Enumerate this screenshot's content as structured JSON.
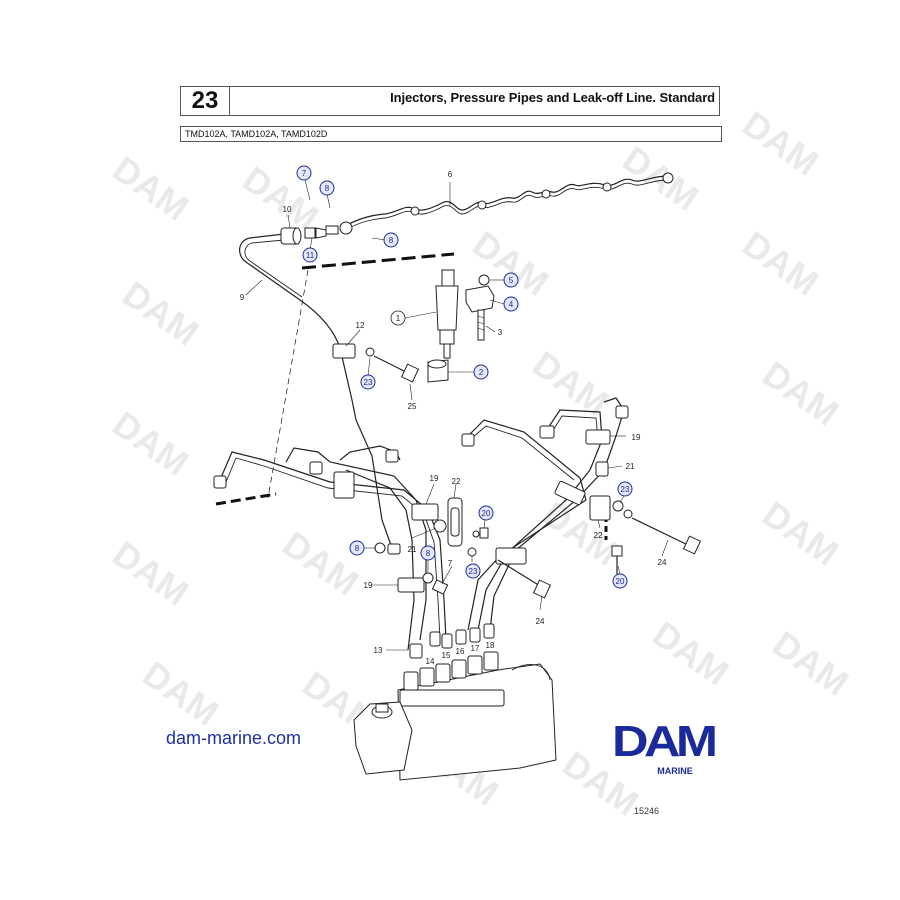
{
  "header": {
    "page_number": "23",
    "title": "Injectors, Pressure Pipes and Leak-off Line. Standard",
    "models": "TMD102A, TAMD102A, TAMD102D"
  },
  "watermark": "DAM",
  "website": "dam-marine.com",
  "logo": {
    "main": "DAM",
    "sub": "MARINE"
  },
  "figure_number": "15246",
  "callouts": {
    "c1": "1",
    "c2": "2",
    "c3": "3",
    "c4": "4",
    "c5": "5",
    "c6": "6",
    "c7": "7",
    "c8": "8",
    "c9": "9",
    "c10": "10",
    "c11": "11",
    "c12": "12",
    "c13": "13",
    "c14": "14",
    "c15": "15",
    "c16": "16",
    "c17": "17",
    "c18": "18",
    "c19": "19",
    "c20": "20",
    "c21": "21",
    "c22": "22",
    "c23": "23",
    "c24": "24",
    "c25": "25"
  }
}
